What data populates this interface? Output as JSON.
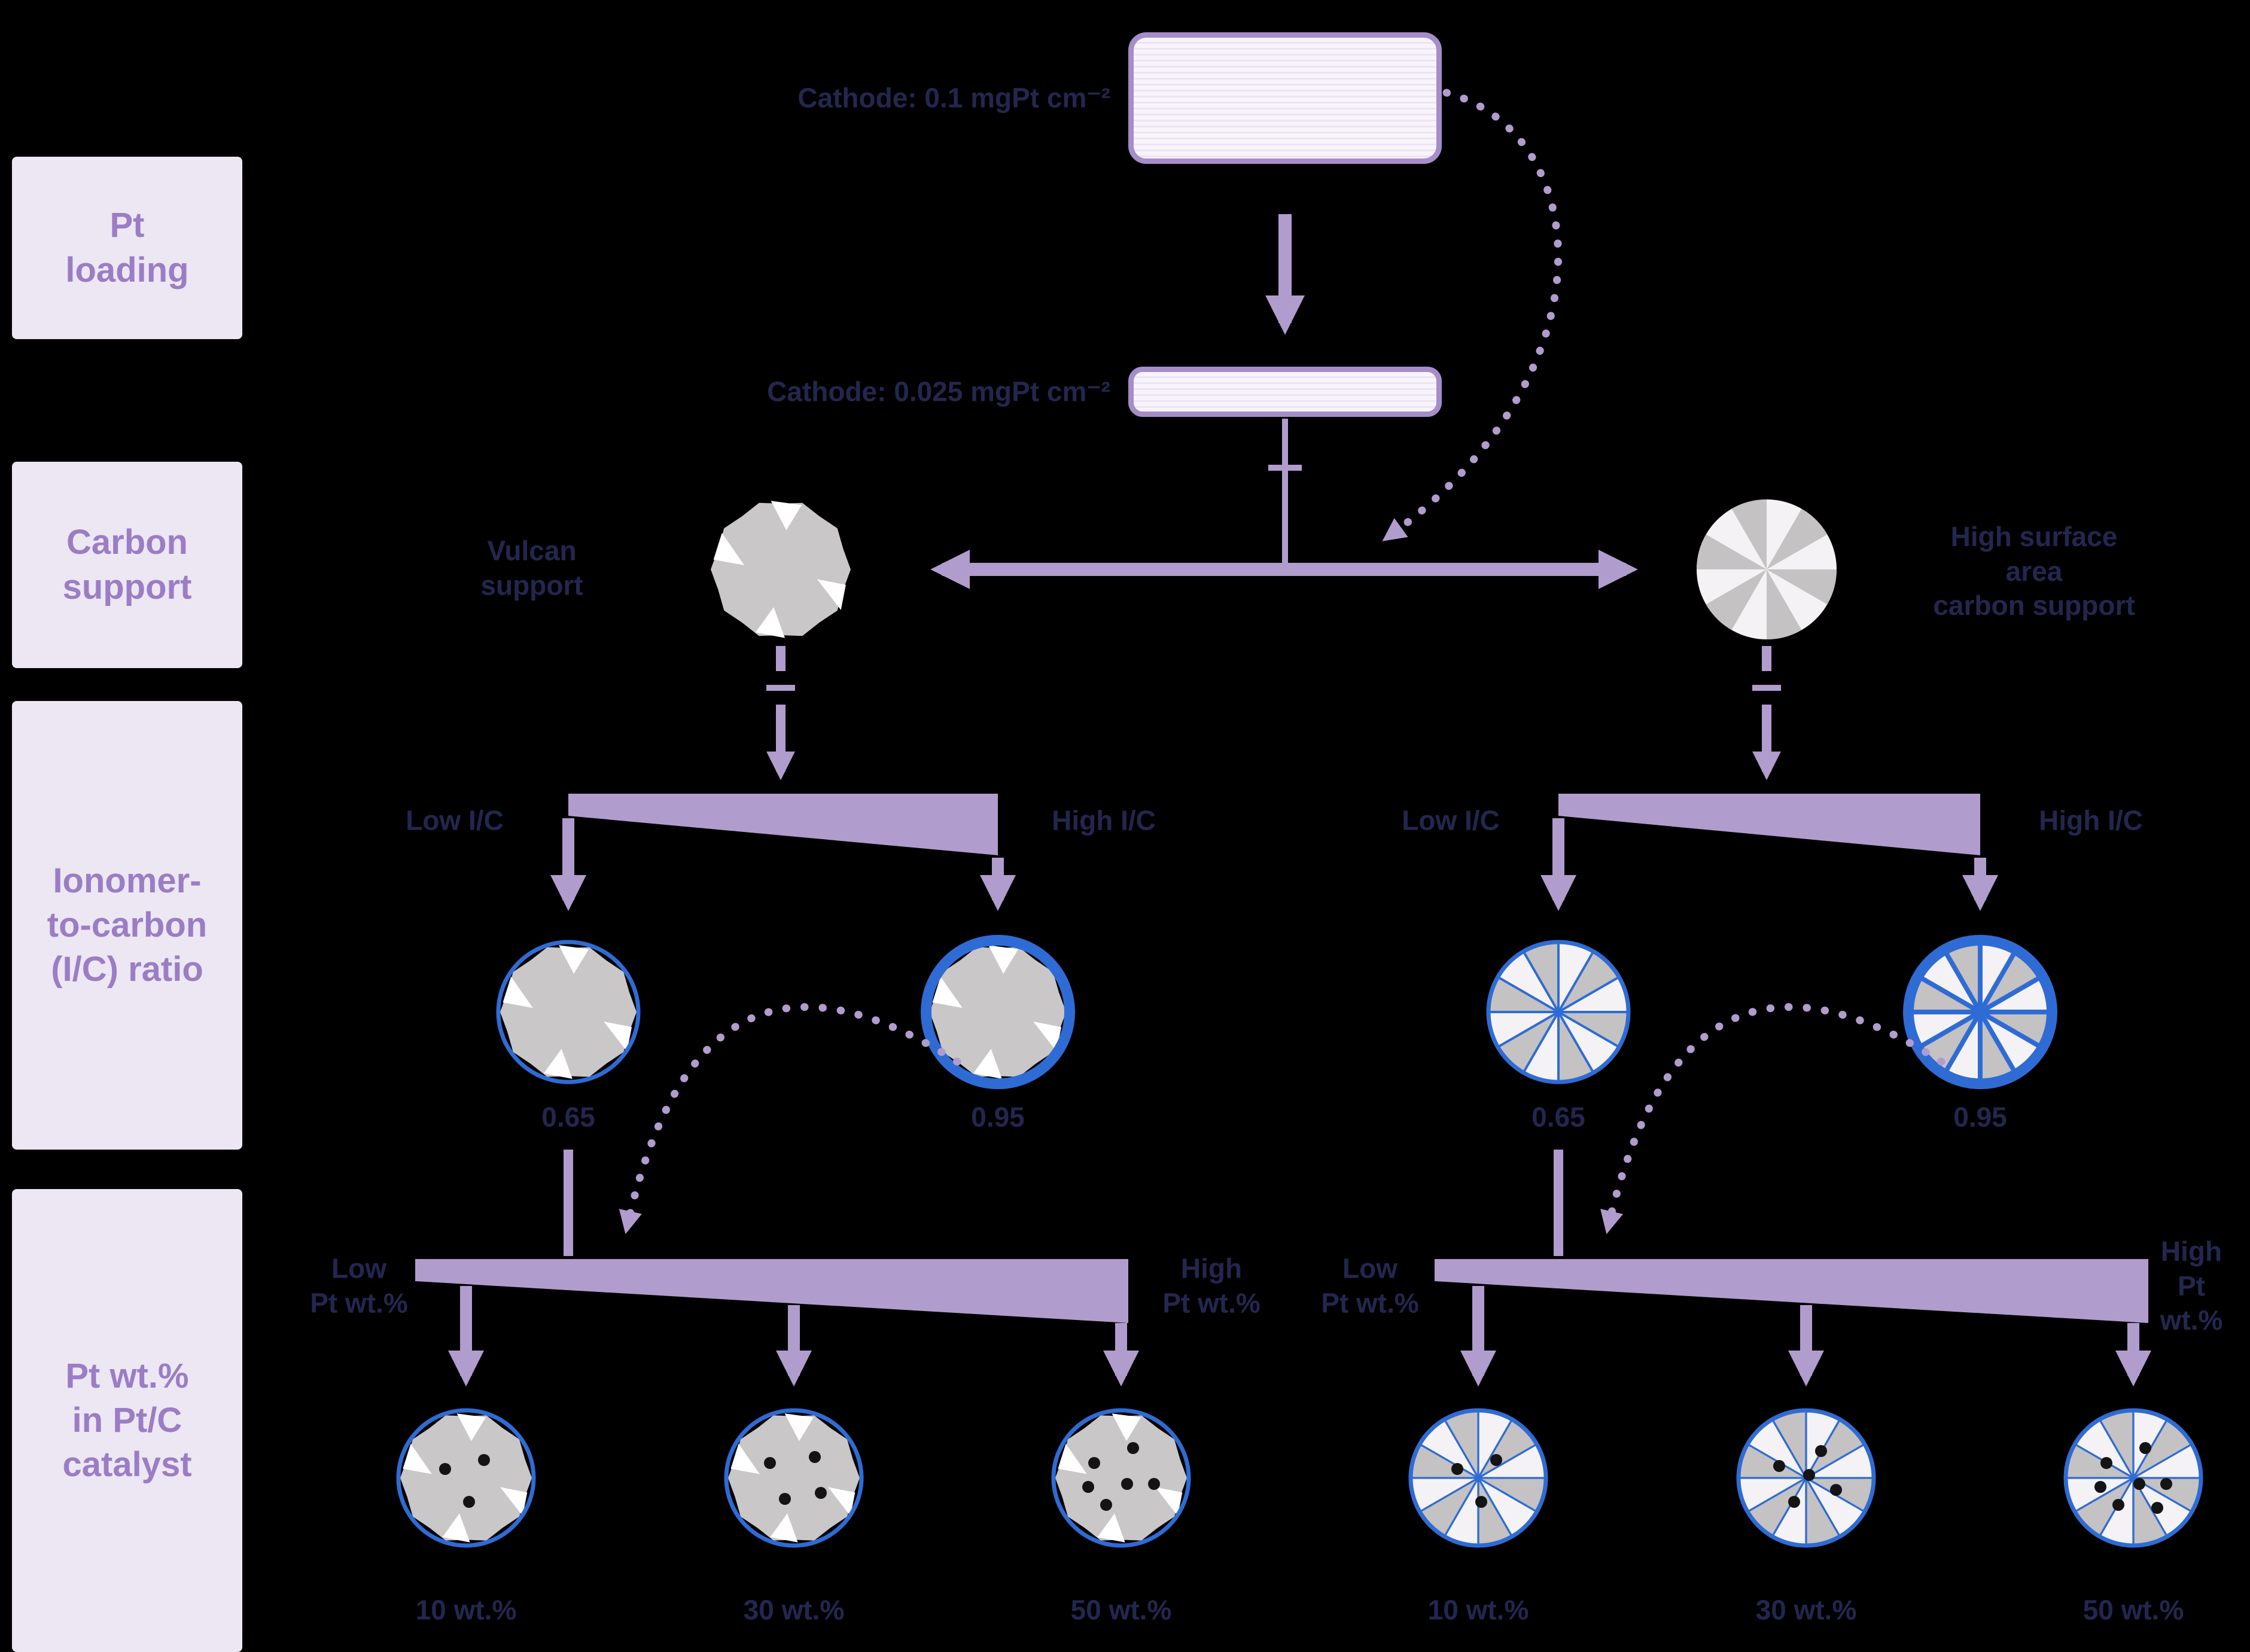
{
  "sidebar": {
    "items": [
      {
        "label": "Pt\nloading"
      },
      {
        "label": "Carbon\nsupport"
      },
      {
        "label": "Ionomer-\nto-carbon\n(I/C) ratio"
      },
      {
        "label": "Pt wt.%\nin Pt/C\ncatalyst"
      }
    ]
  },
  "loading": {
    "cathode_high": "Cathode: 0.1 mgPt cm⁻²",
    "cathode_low": "Cathode: 0.025 mgPt cm⁻²"
  },
  "carbon": {
    "vulcan_label": "Vulcan\nsupport",
    "hsc_label": "High surface area\ncarbon support"
  },
  "ic": {
    "low_label": "Low I/C",
    "high_label": "High I/C",
    "left_low_value": "0.65",
    "left_high_value": "0.95",
    "right_low_value": "0.65",
    "right_high_value": "0.95"
  },
  "ptwt": {
    "low_label": "Low\nPt wt.%",
    "high_label": "High\nPt wt.%",
    "left_values": [
      "10 wt.%",
      "30 wt.%",
      "50 wt.%"
    ],
    "right_values": [
      "10 wt.%",
      "30 wt.%",
      "50 wt.%"
    ]
  },
  "colors": {
    "accent": "#b19cce",
    "ionomer_blue": "#2f6bd4",
    "sidebar_fill": "#ece7f2",
    "sidebar_text": "#9b7dc5",
    "box_border": "#a68cc8",
    "carbon_gray": "#c9c7c7",
    "dark_text": "#23274f"
  }
}
